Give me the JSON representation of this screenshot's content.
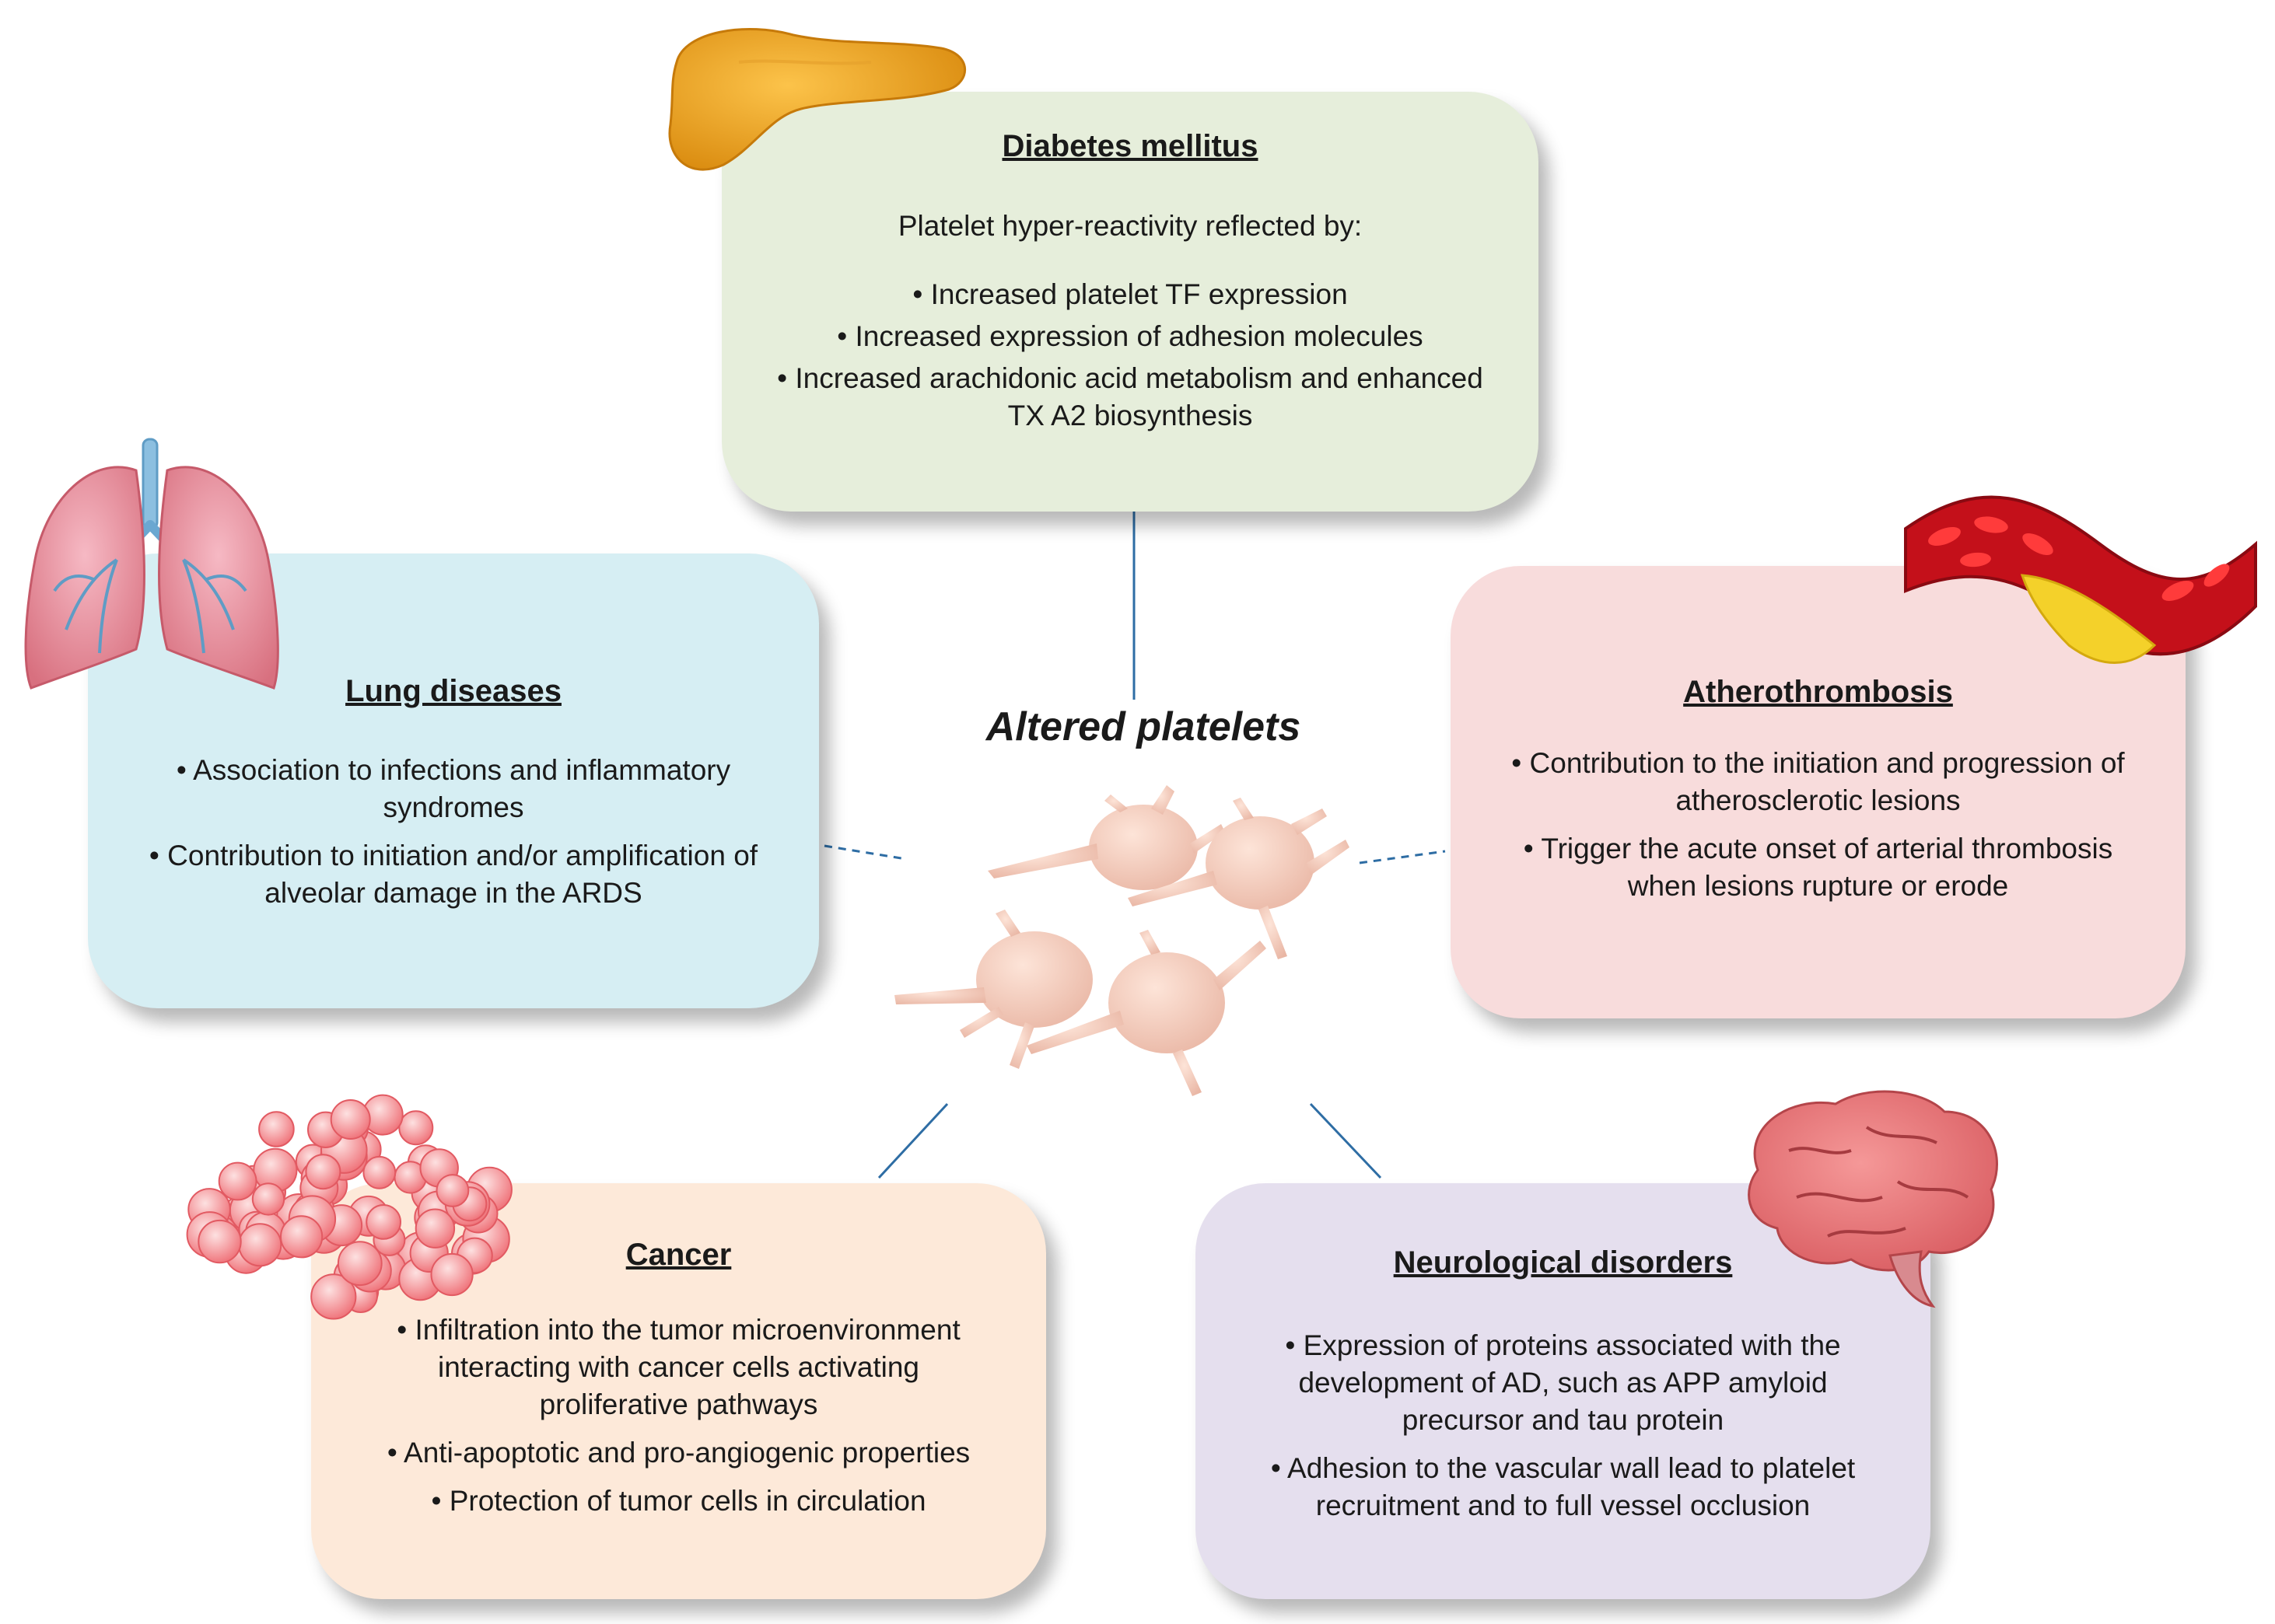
{
  "center": {
    "title": "Altered platelets"
  },
  "boxes": {
    "diabetes": {
      "title": "Diabetes mellitus",
      "intro": "Platelet hyper-reactivity reflected by:",
      "items": [
        "Increased platelet TF expression",
        "Increased expression of adhesion molecules",
        "Increased arachidonic acid metabolism and enhanced TX A2 biosynthesis"
      ]
    },
    "lung": {
      "title": "Lung diseases",
      "items": [
        "Association to infections and inflammatory syndromes",
        "Contribution to initiation and/or amplification of alveolar damage in the ARDS"
      ]
    },
    "athero": {
      "title": "Atherothrombosis",
      "items": [
        "Contribution to the initiation and progression of atherosclerotic lesions",
        "Trigger the acute onset of arterial thrombosis when lesions rupture or erode"
      ]
    },
    "cancer": {
      "title": "Cancer",
      "items": [
        "Infiltration into the tumor microenvironment interacting with cancer cells activating proliferative pathways",
        "Anti-apoptotic and pro-angiogenic properties",
        "Protection of tumor cells in circulation"
      ]
    },
    "neuro": {
      "title": "Neurological disorders",
      "items": [
        "Expression of proteins associated with the development of AD, such as APP amyloid precursor and tau protein",
        "Adhesion to the vascular wall lead to platelet recruitment and to full vessel occlusion"
      ]
    }
  },
  "colors": {
    "diabetes_box": "#e6eedb",
    "lung_box": "#d6eef3",
    "athero_box": "#f8dcdc",
    "cancer_box": "#fde9d9",
    "neuro_box": "#e5dfee",
    "connector": "#2e6da4",
    "platelet": "#f6cfc0"
  },
  "icons": [
    "pancreas-icon",
    "lungs-icon",
    "blood-vessel-icon",
    "tumor-cells-icon",
    "brain-icon",
    "platelets-icon"
  ]
}
